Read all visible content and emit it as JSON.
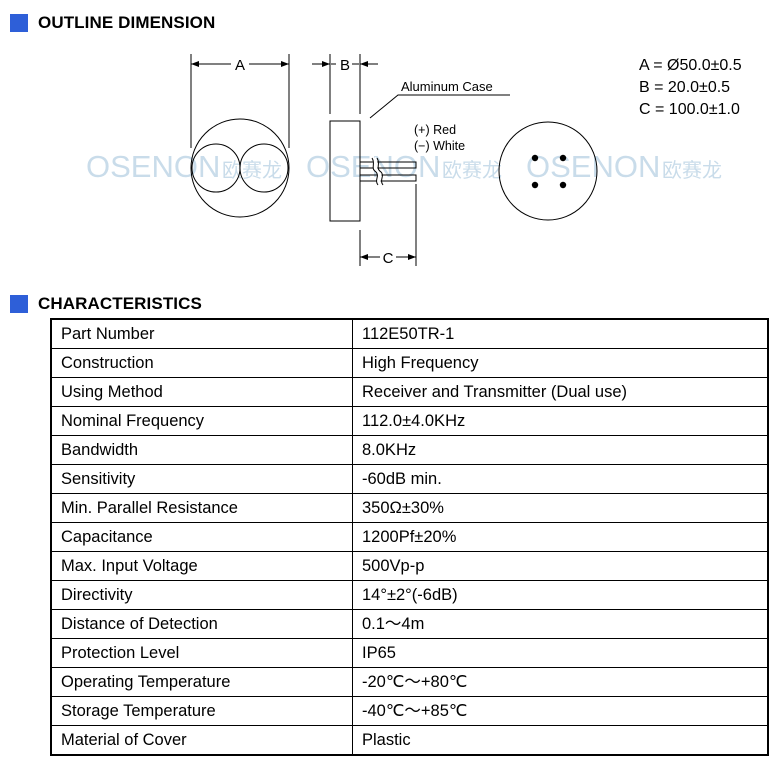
{
  "sections": {
    "outline_title": "OUTLINE DIMENSION",
    "characteristics_title": "CHARACTERISTICS"
  },
  "accent_color": "#2e5fd8",
  "drawing": {
    "dim_A_label": "A",
    "dim_B_label": "B",
    "dim_C_label": "C",
    "aluminum_case": "Aluminum Case",
    "wire_red": "(+) Red",
    "wire_white": "(−) White",
    "dimensions": [
      "A = Ø50.0±0.5",
      "B = 20.0±0.5",
      "C = 100.0±1.0"
    ],
    "watermark_latin": "OSENON",
    "watermark_cjk": "欧赛龙"
  },
  "characteristics": [
    {
      "label": "Part Number",
      "value": "112E50TR-1"
    },
    {
      "label": "Construction",
      "value": "High Frequency"
    },
    {
      "label": "Using Method",
      "value": "Receiver and Transmitter (Dual use)"
    },
    {
      "label": "Nominal Frequency",
      "value": "112.0±4.0KHz"
    },
    {
      "label": "Bandwidth",
      "value": "8.0KHz"
    },
    {
      "label": "Sensitivity",
      "value": "-60dB min."
    },
    {
      "label": "Min. Parallel Resistance",
      "value": "350Ω±30%"
    },
    {
      "label": "Capacitance",
      "value": "1200Pf±20%"
    },
    {
      "label": "Max. Input Voltage",
      "value": "500Vp-p"
    },
    {
      "label": "Directivity",
      "value": "14°±2°(-6dB)"
    },
    {
      "label": "Distance of Detection",
      "value": "0.1～4m"
    },
    {
      "label": "Protection Level",
      "value": "IP65"
    },
    {
      "label": "Operating Temperature",
      "value": "-20℃～+80℃"
    },
    {
      "label": "Storage Temperature",
      "value": "-40℃～+85℃"
    },
    {
      "label": "Material of Cover",
      "value": "Plastic"
    }
  ]
}
